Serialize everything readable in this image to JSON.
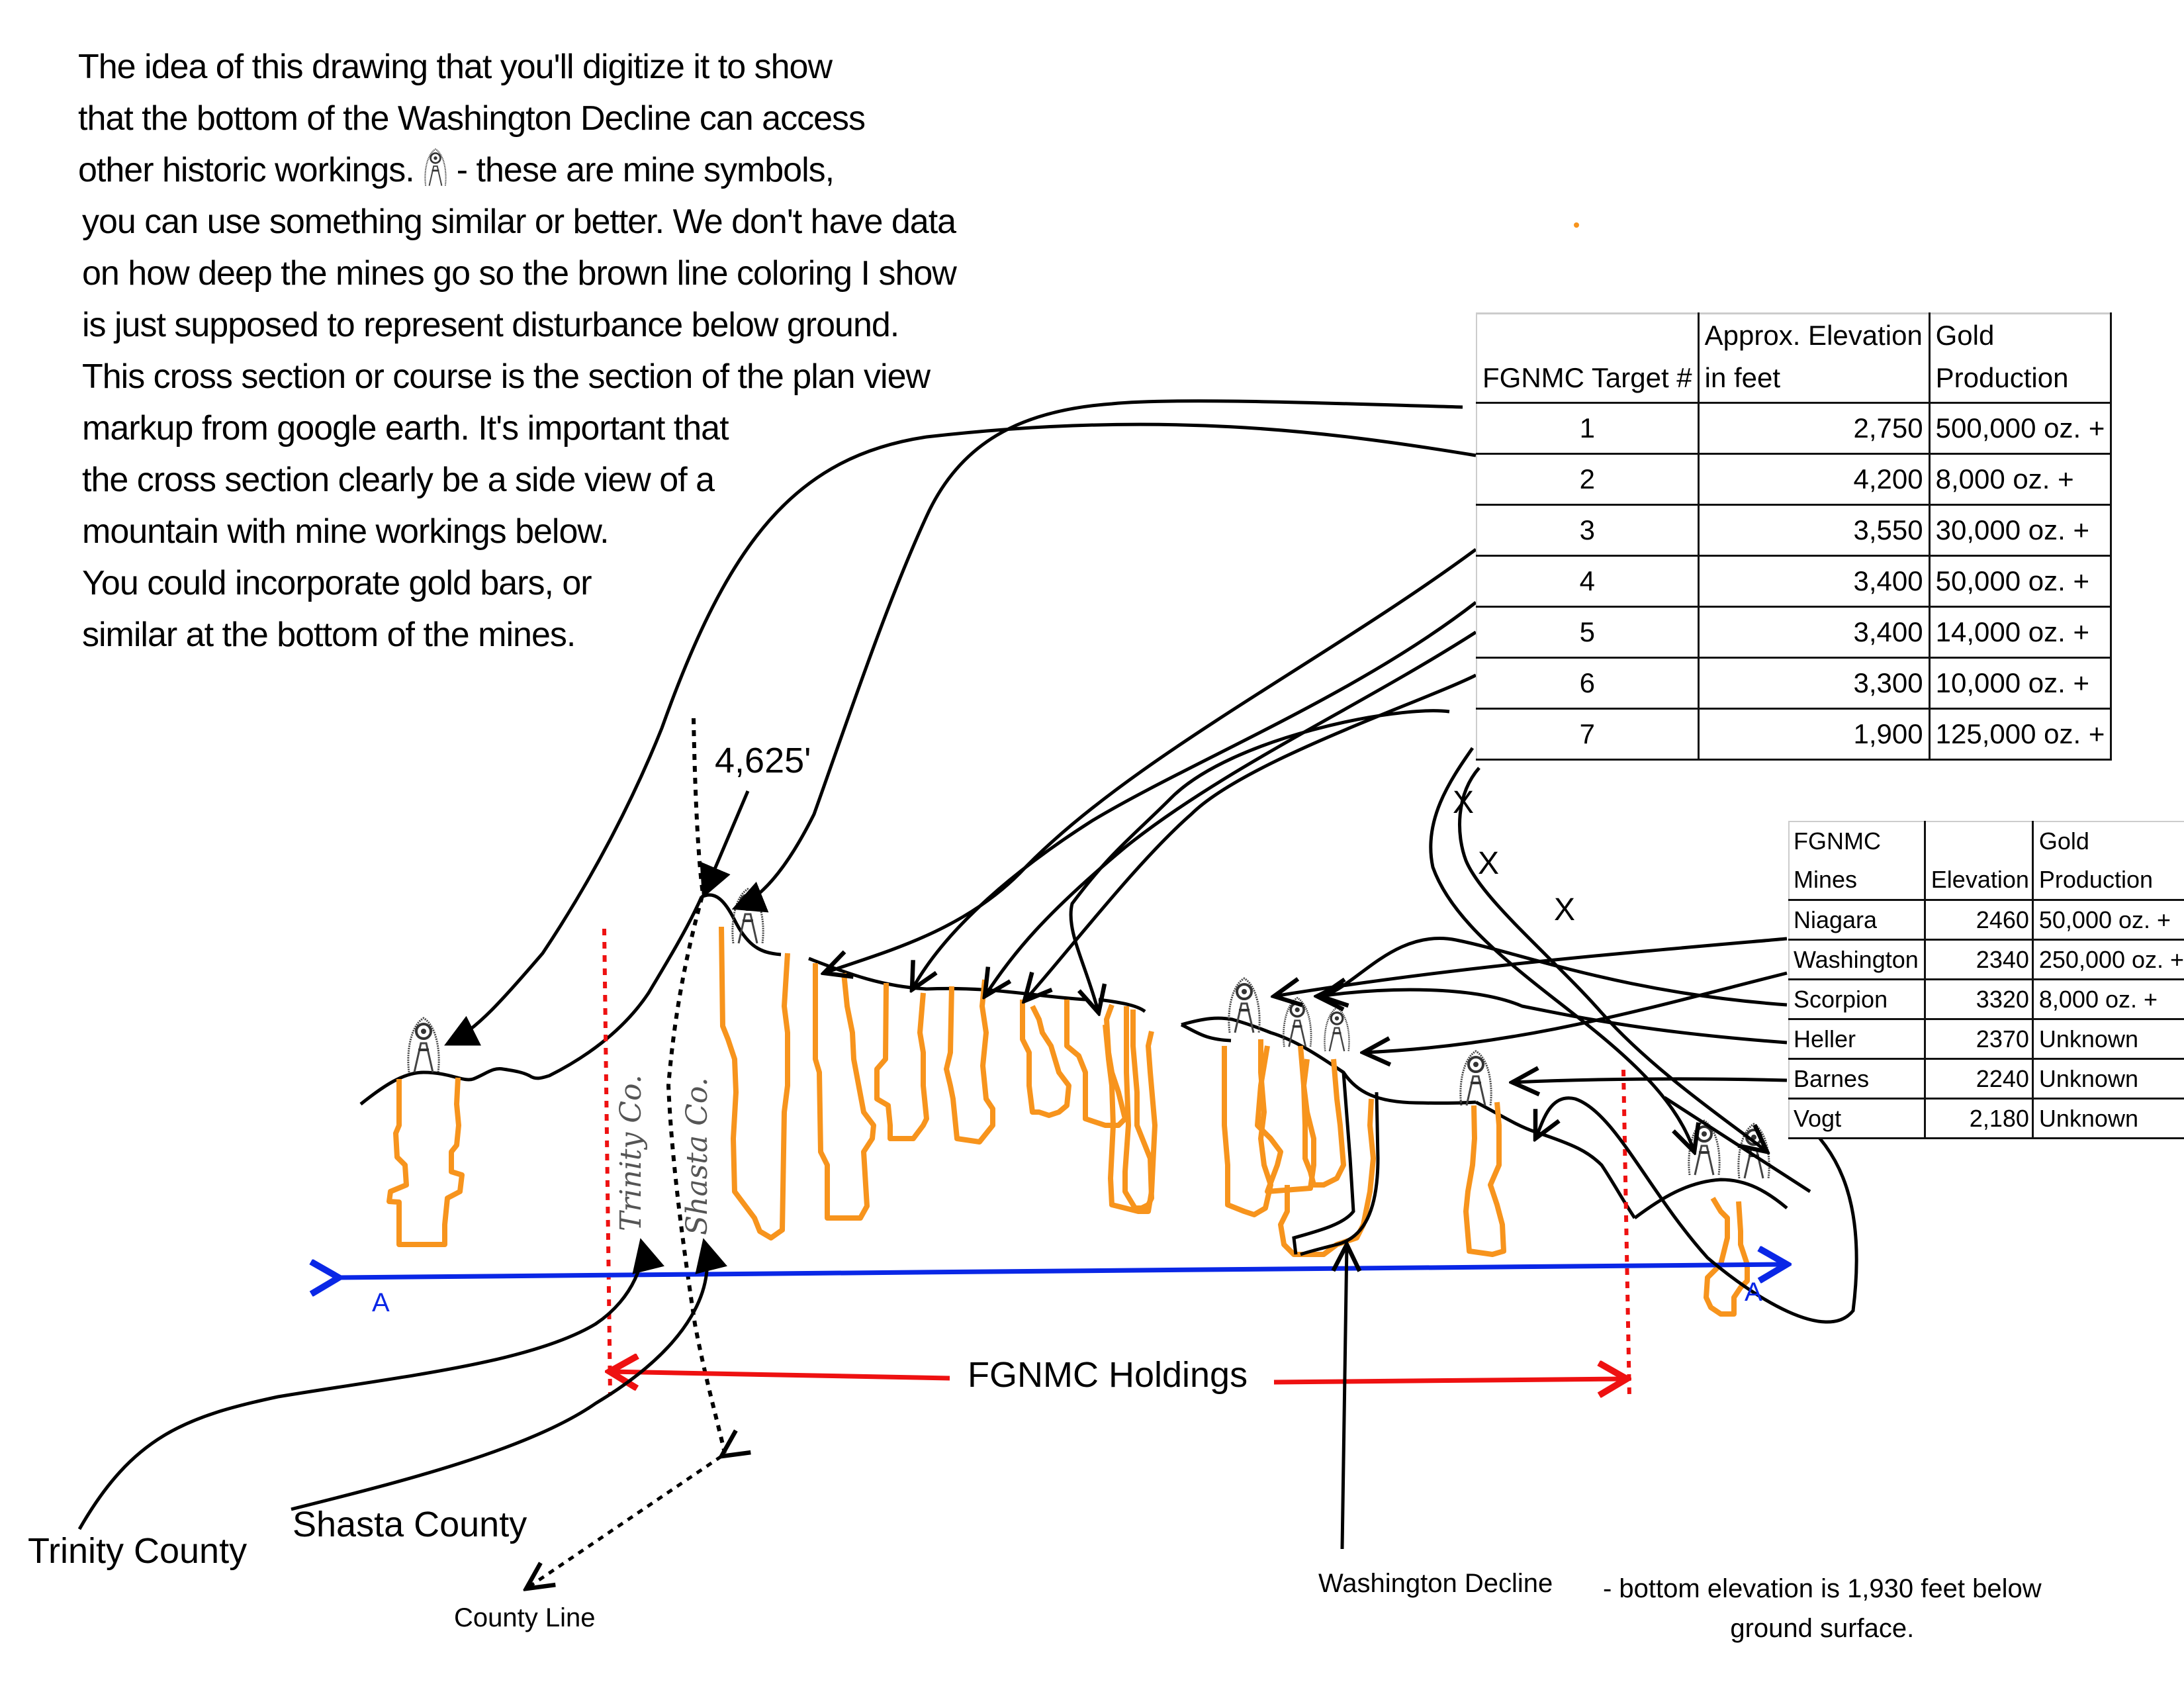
{
  "instructions": {
    "lines": [
      "The idea of this drawing that you'll digitize it to show",
      "that the bottom of the Washington Decline can access",
      "other historic workings.",
      "- these are mine symbols,",
      "you can use something similar or better. We don't have data",
      "on how deep the mines go so the brown line coloring I show",
      "is just supposed to represent disturbance below ground.",
      "This cross section or course is the section of the plan view",
      "markup from google earth.  It's important that",
      "the cross section clearly be a side view of a",
      "mountain with mine workings below.",
      "You could incorporate gold bars, or",
      "similar at the bottom of the mines."
    ],
    "inline_icon": "mine-symbol-icon"
  },
  "targets_table": {
    "headers": [
      "FGNMC Target #",
      "Approx. Elevation in feet",
      "Gold Production"
    ],
    "header_lines": [
      [
        "",
        "FGNMC Target #"
      ],
      [
        "Approx. Elevation",
        "in feet"
      ],
      [
        "Gold",
        "Production"
      ]
    ],
    "rows": [
      {
        "target": "1",
        "elevation": "2,750",
        "production": "500,000 oz. +"
      },
      {
        "target": "2",
        "elevation": "4,200",
        "production": "8,000 oz. +"
      },
      {
        "target": "3",
        "elevation": "3,550",
        "production": "30,000 oz. +"
      },
      {
        "target": "4",
        "elevation": "3,400",
        "production": "50,000 oz. +"
      },
      {
        "target": "5",
        "elevation": "3,400",
        "production": "14,000 oz. +"
      },
      {
        "target": "6",
        "elevation": "3,300",
        "production": "10,000 oz. +"
      },
      {
        "target": "7",
        "elevation": "1,900",
        "production": "125,000 oz. +"
      }
    ]
  },
  "mines_table": {
    "header_lines": [
      [
        "FGNMC",
        "Mines"
      ],
      [
        "",
        "Elevation"
      ],
      [
        "Gold",
        "Production"
      ]
    ],
    "rows": [
      {
        "mine": "Niagara",
        "elevation": "2460",
        "production": "50,000 oz. +"
      },
      {
        "mine": "Washington",
        "elevation": "2340",
        "production": "250,000 oz. +"
      },
      {
        "mine": "Scorpion",
        "elevation": "3320",
        "production": "8,000 oz. +"
      },
      {
        "mine": "Heller",
        "elevation": "2370",
        "production": "Unknown"
      },
      {
        "mine": "Barnes",
        "elevation": "2240",
        "production": "Unknown"
      },
      {
        "mine": "Vogt",
        "elevation": "2,180",
        "production": "Unknown"
      }
    ]
  },
  "labels": {
    "peak_elevation": "4,625'",
    "holdings": "FGNMC Holdings",
    "shasta_county": "Shasta County",
    "trinity_county": "Trinity County",
    "county_line": "County Line",
    "section_marker_left": "A",
    "section_marker_right": "A",
    "decline": "Washington Decline",
    "decline_note_lines": [
      "- bottom elevation is 1,930 feet below",
      "ground surface."
    ],
    "handwritten_trinity": "Trinity Co.",
    "handwritten_shasta": "Shasta Co."
  },
  "colors": {
    "workings_outline": "#f7941d",
    "section_line": "#0a27e6",
    "holdings_boundary": "#ee1111",
    "ink": "#000000"
  },
  "cross_section_markers": {
    "x_marks": [
      "X",
      "X",
      "X"
    ]
  }
}
